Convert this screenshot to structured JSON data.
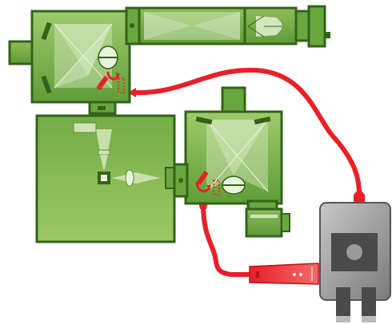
{
  "diagram": {
    "components": [
      {
        "id": "spectrograph-top",
        "icon": "spectrograph-module"
      },
      {
        "id": "relay-tube",
        "icon": "optical-tube"
      },
      {
        "id": "eyepiece-module",
        "icon": "eyepiece"
      },
      {
        "id": "end-cap",
        "icon": "end-cap"
      },
      {
        "id": "input-port",
        "icon": "input-port"
      },
      {
        "id": "microscope-body",
        "icon": "microscope-body"
      },
      {
        "id": "spectrograph-right",
        "icon": "spectrograph-module"
      },
      {
        "id": "detector-camera",
        "icon": "camera"
      },
      {
        "id": "controller-box",
        "icon": "controller-box"
      },
      {
        "id": "trigger-device",
        "icon": "trigger-device"
      }
    ],
    "cables": [
      {
        "id": "cable-spectrograph-top-to-controller",
        "from": "spectrograph-top",
        "to": "controller-box"
      },
      {
        "id": "cable-spectrograph-right-to-trigger",
        "from": "spectrograph-right",
        "to": "trigger-device"
      }
    ],
    "colors": {
      "module_fill_light": "#93c160",
      "module_fill_dark": "#5c9a34",
      "module_stroke": "#33631b",
      "optics_beam": "#d8ebc4",
      "cable_red": "#e8202a",
      "device_gray": "#8f8f8f",
      "device_dark": "#4a4a4a"
    }
  }
}
